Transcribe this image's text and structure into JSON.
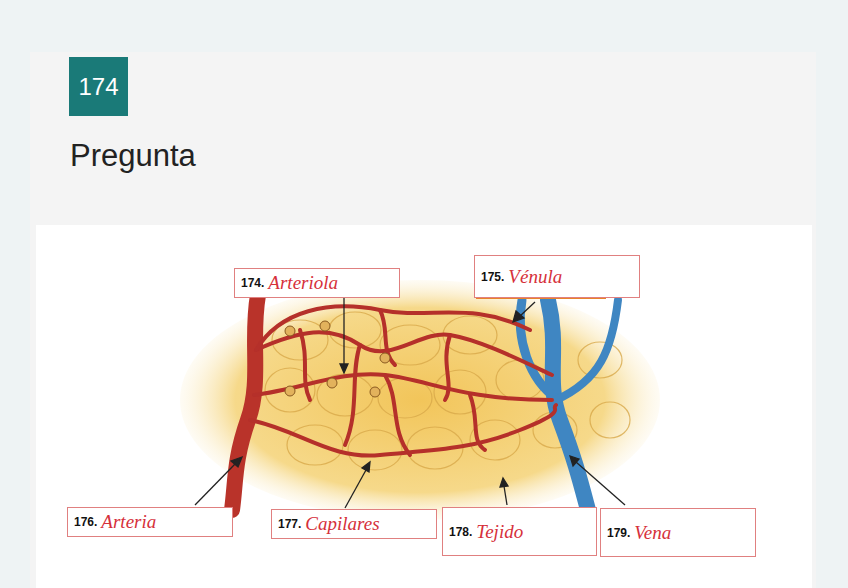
{
  "diagram": {
    "title": "Pregunta",
    "nodes": [
      {
        "text": [
          "174"
        ]
      },
      {
        "text": [
          "174.",
          "Arteriola"
        ]
      },
      {
        "text": [
          "175.",
          "Vénula"
        ]
      },
      {
        "text": [
          "176.",
          "Arteria"
        ]
      },
      {
        "text": [
          "177.",
          "Capilares"
        ]
      },
      {
        "text": [
          "178.",
          "Tejido"
        ]
      },
      {
        "text": [
          "179.",
          "Vena"
        ]
      }
    ]
  }
}
